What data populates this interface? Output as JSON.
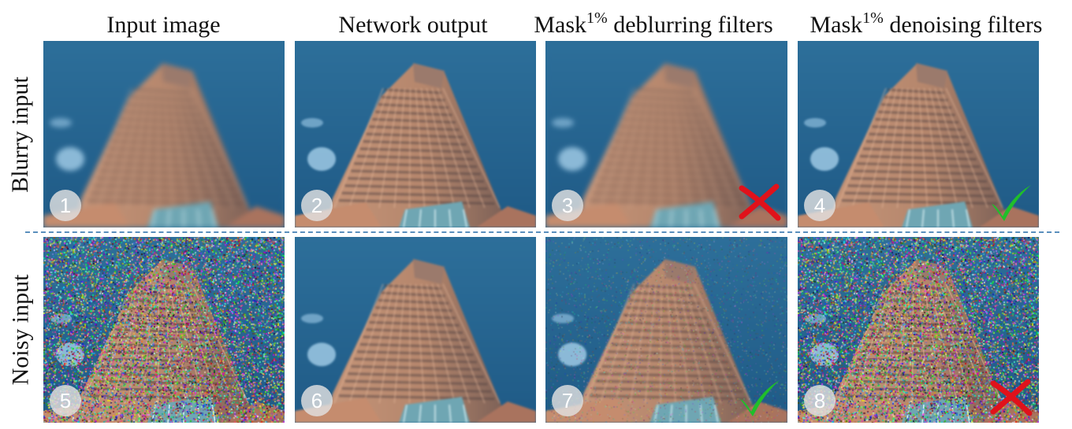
{
  "columns": [
    {
      "title": "Input image",
      "sup": ""
    },
    {
      "title": "Network output",
      "sup": ""
    },
    {
      "title": "Mask",
      "sup": "1%",
      "rest": " deblurring filters"
    },
    {
      "title": "Mask",
      "sup": "1%",
      "rest": " denoising filters"
    }
  ],
  "rows": [
    {
      "label": "Blurry input"
    },
    {
      "label": "Noisy input"
    }
  ],
  "panels": [
    {
      "number": "1",
      "quality": "blurred",
      "noise": false,
      "mark": ""
    },
    {
      "number": "2",
      "quality": "soft",
      "noise": false,
      "mark": ""
    },
    {
      "number": "3",
      "quality": "blurred",
      "noise": false,
      "mark": "cross"
    },
    {
      "number": "4",
      "quality": "soft",
      "noise": false,
      "mark": "check"
    },
    {
      "number": "5",
      "quality": "crisp",
      "noise": "heavy",
      "mark": ""
    },
    {
      "number": "6",
      "quality": "soft",
      "noise": false,
      "mark": ""
    },
    {
      "number": "7",
      "quality": "soft",
      "noise": "light",
      "mark": "check"
    },
    {
      "number": "8",
      "quality": "crisp",
      "noise": "heavy",
      "mark": "cross"
    }
  ],
  "colors": {
    "sky": "#2a6a95",
    "building": "#b98a72",
    "divider": "#5a8fbd",
    "check": "#1fbf2a",
    "cross": "#e0121b"
  }
}
